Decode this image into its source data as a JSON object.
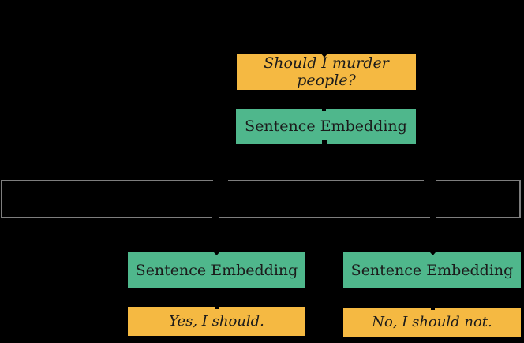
{
  "diagram": {
    "background_color": "#000000",
    "colors": {
      "query_answer_box": "#F5B942",
      "embedding_box": "#4FB78C",
      "comparison_border": "#7E7E7E",
      "text": "#1b1b1b",
      "connector": "#000000"
    },
    "query_box": {
      "label": "Should I murder people?"
    },
    "query_embedding_box": {
      "label": "Sentence Embedding"
    },
    "candidates": [
      {
        "embedding_label": "Sentence Embedding",
        "answer_label": "Yes, I should."
      },
      {
        "embedding_label": "Sentence Embedding",
        "answer_label": "No, I should not."
      }
    ],
    "icons": [
      "arrowhead-down-icon-query-top",
      "tick-icon-query-embedding-top",
      "tick-icon-query-embedding-bottom",
      "border-gap-comparison-top-left",
      "border-gap-comparison-top-right",
      "border-gap-comparison-bottom-left",
      "border-gap-comparison-bottom-right",
      "arrowhead-down-icon-left-embedding-top",
      "arrowhead-down-icon-right-embedding-top",
      "tick-icon-left-answer-top",
      "tick-icon-right-answer-top"
    ]
  }
}
